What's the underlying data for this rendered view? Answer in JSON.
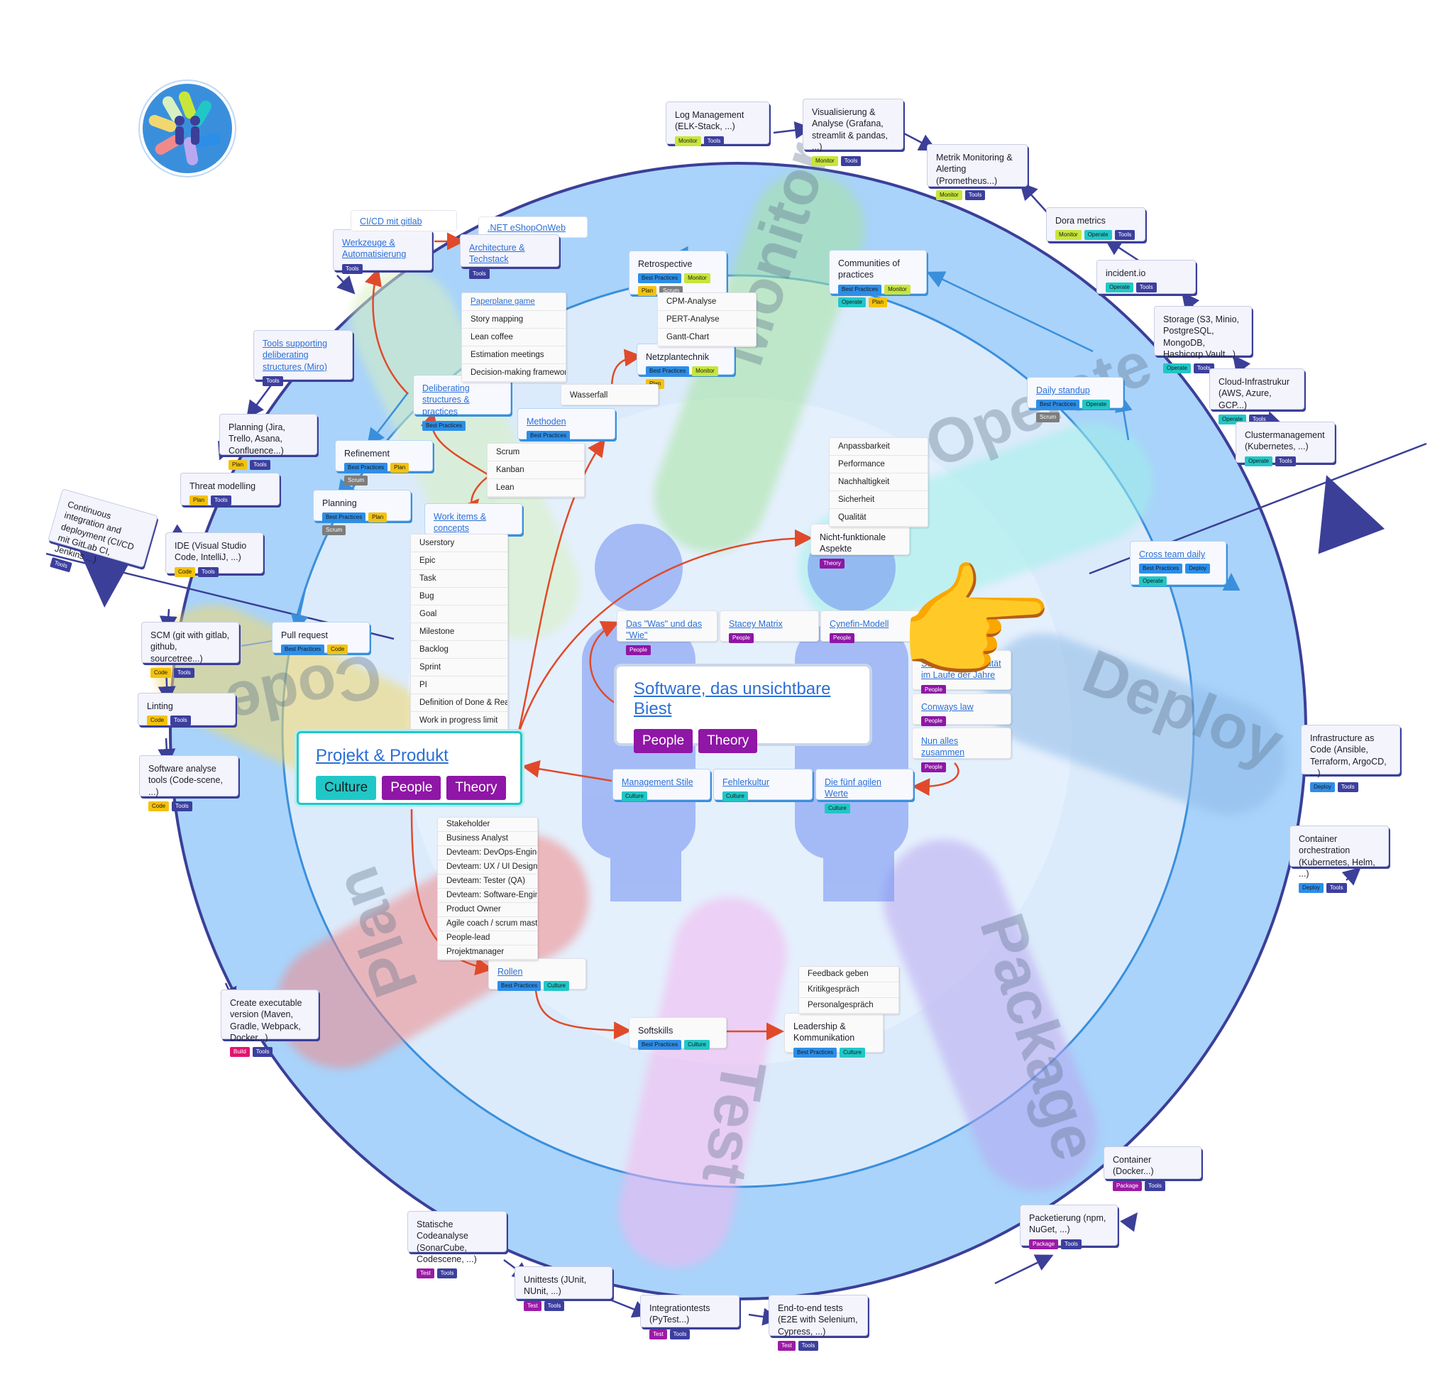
{
  "stages": {
    "monitor": "Monitor",
    "operate": "Operate",
    "deploy": "Deploy",
    "package": "Package",
    "test": "Test",
    "plan": "Plan",
    "code": "Code"
  },
  "tag_labels": {
    "tools": "Tools",
    "monitor": "Monitor",
    "operate": "Operate",
    "plan": "Plan",
    "scrum": "Scrum",
    "code": "Code",
    "build": "Build",
    "test": "Test",
    "package": "Package",
    "deploy": "Deploy",
    "best_practices": "Best Practices",
    "culture": "Culture",
    "people": "People",
    "theory": "Theory"
  },
  "outer_cards": {
    "log_management": "Log Management (ELK-Stack, ...)",
    "visualisierung": "Visualisierung & Analyse (Grafana, streamlit & pandas, ...)",
    "metrik_monitoring": "Metrik Monitoring & Alerting (Prometheus...)",
    "dora_metrics": "Dora metrics",
    "incident_io": "incident.io",
    "storage": "Storage (S3, Minio, PostgreSQL, MongoDB, Hashicorp Vault...)",
    "cloud_infra": "Cloud-Infrastrukur (AWS, Azure, GCP...)",
    "clustermanagement": "Clustermanagement (Kubernetes, ...)",
    "infrastructure_as_code": "Infrastructure as Code (Ansible, Terraform, ArgoCD, ...)",
    "container_orchestration": "Container orchestration (Kubernetes, Helm, ...)",
    "container_docker": "Container (Docker...)",
    "paketierung": "Packetierung (npm, NuGet, ...)",
    "e2e_tests": "End-to-end tests (E2E with Selenium, Cypress, ...)",
    "integrationstests": "Integrationtests (PyTest...)",
    "unittests": "Unittests (JUnit, NUnit, ...)",
    "statische_codeanalyse": "Statische Codeanalyse (SonarCube, Codescene, ...)",
    "executable_version": "Create executable version (Maven, Gradle, Webpack, Docker...)",
    "software_analyse_tools": "Software analyse tools (Code-scene, ...)",
    "linting": "Linting",
    "scm": "SCM (git with gitlab, github, sourcetree...)",
    "ide": "IDE (Visual Studio Code, IntelliJ, ...)",
    "threat_modelling": "Threat modelling",
    "planning_tools": "Planning (Jira, Trello, Asana, Confluence...)",
    "tools_supporting": "Tools supporting deliberating structures (Miro)",
    "werkzeuge": "Werkzeuge & Automatisierung",
    "ci_cd_gitlab": "CI/CD mit gitlab",
    "dotnet_sample": ".NET eShopOnWeb sample",
    "architecture": "Architecture & Techstack",
    "continuous_integration": "Continuous integration and deployment (CI/CD mit GitLab CI, Jenkins ...)"
  },
  "inner_cards": {
    "retrospective": "Retrospective",
    "communities": "Communities of practices",
    "daily_standup": "Daily standup",
    "cross_team_daily": "Cross team daily",
    "netzplantechnik": "Netzplantechnik",
    "wasserfall": "Wasserfall",
    "methoden": "Methoden",
    "deliberating": "Deliberating structures & practices",
    "refinement": "Refinement",
    "planning": "Planning",
    "work_items": "Work items & concepts",
    "pull_request": "Pull request",
    "nicht_funktionale": "Nicht-funktionale Aspekte",
    "was_und_wie": "Das \"Was\" und das \"Wie\"",
    "stacey": "Stacey Matrix",
    "cynefin": "Cynefin-Modell",
    "softwarekomplex": "Softwarekomplexität im Laufe der Jahre",
    "conways_law": "Conways law",
    "nun_alles": "Nun alles zusammen",
    "management_stile": "Management Stile",
    "fehlerkultur": "Fehlerkultur",
    "agile_werte": "Die fünf agilen Werte",
    "rollen": "Rollen",
    "softskills": "Softskills",
    "leadership": "Leadership & Kommunikation"
  },
  "main": {
    "software_title": "Software, das unsichtbare Biest",
    "projekt_title": "Projekt & Produkt"
  },
  "lists": {
    "paperplane": [
      "Paperplane game",
      "Story mapping",
      "Lean coffee",
      "Estimation meetings",
      "Decision-making frameworks"
    ],
    "cpm": [
      "CPM-Analyse",
      "PERT-Analyse",
      "Gantt-Chart"
    ],
    "scrum": [
      "Scrum",
      "Kanban",
      "Lean"
    ],
    "userstory": [
      "Userstory",
      "Epic",
      "Task",
      "Bug",
      "Goal",
      "Milestone",
      "Backlog",
      "Sprint",
      "PI",
      "Definition of Done & Ready",
      "Work in progress limit"
    ],
    "aspekte": [
      "Anpassbarkeit",
      "Performance",
      "Nachhaltigkeit",
      "Sicherheit",
      "Qualität"
    ],
    "stakeholder": [
      "Stakeholder",
      "Business Analyst",
      "Devteam: DevOps-Engineer",
      "Devteam: UX / UI Designer",
      "Devteam: Tester (QA)",
      "Devteam: Software-Engineer",
      "Product Owner",
      "Agile coach / scrum master",
      "People-lead",
      "Projektmanager"
    ],
    "feedback": [
      "Feedback geben",
      "Kritikgespräch",
      "Personalgespräch"
    ]
  },
  "pointer": "👉",
  "colors": {
    "outer_ring": "#a9d3fa",
    "inner_disc": "#dcebfb",
    "card_shadow": "#3b3f98",
    "arrow_red": "#e04a2a",
    "arrow_dark": "#3b3f98",
    "arrow_blue": "#3a8fdc"
  }
}
